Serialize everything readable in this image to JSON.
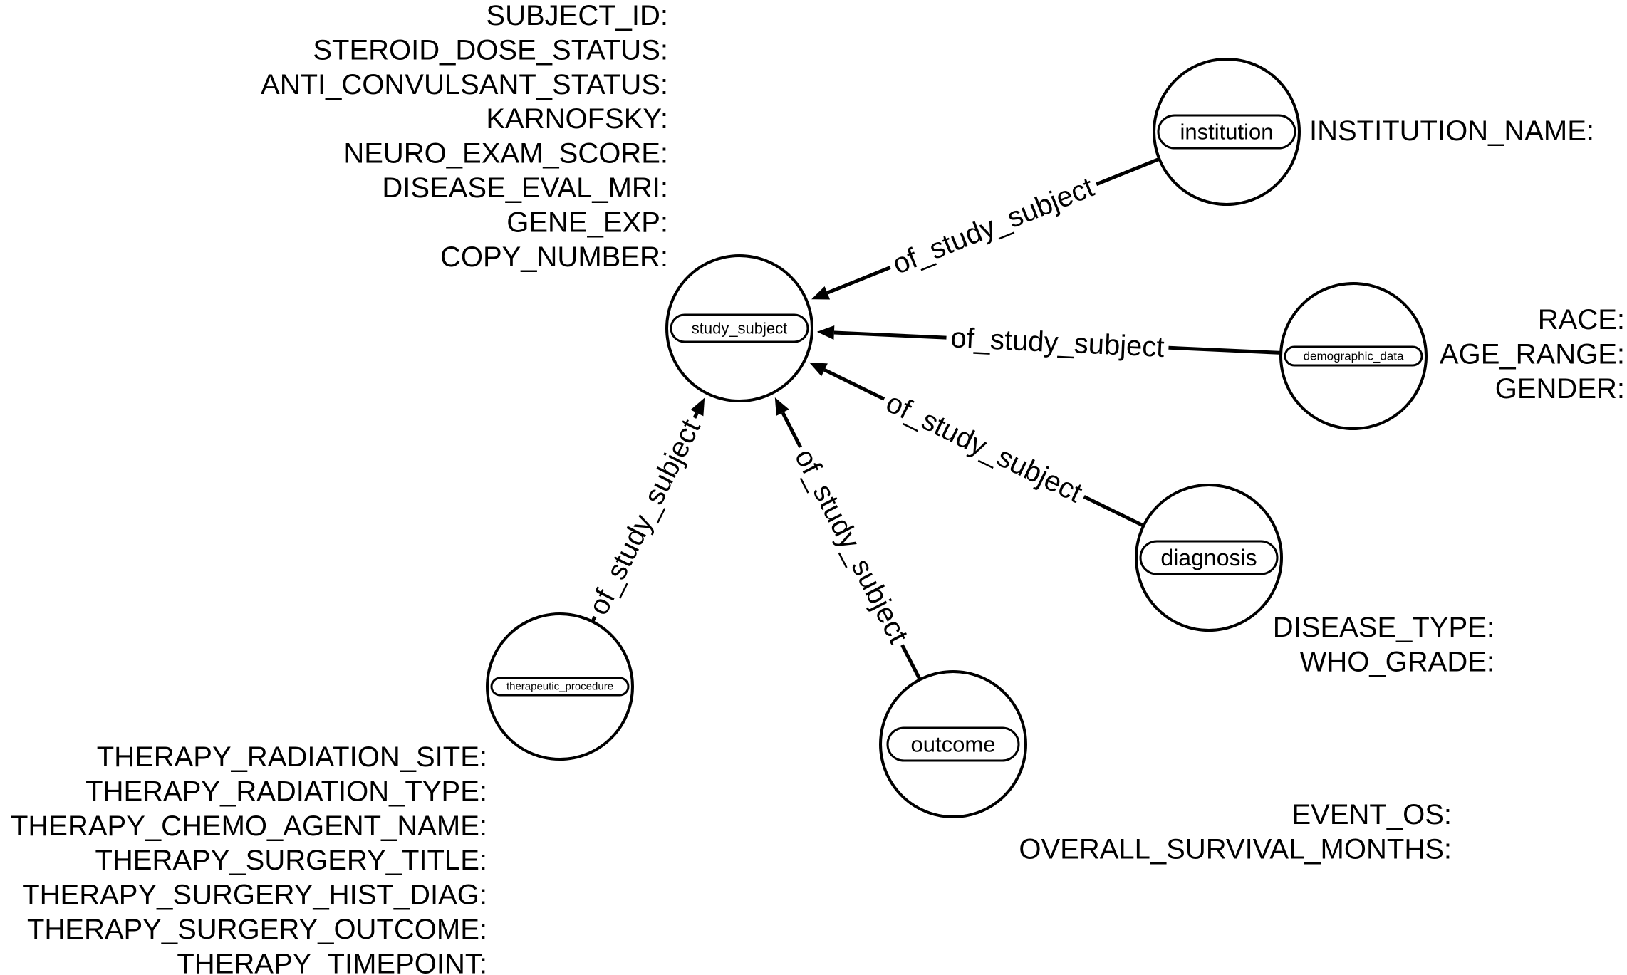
{
  "nodes": {
    "study_subject": {
      "label": "study_subject",
      "properties": [
        "SUBJECT_ID:",
        "STEROID_DOSE_STATUS:",
        "ANTI_CONVULSANT_STATUS:",
        "KARNOFSKY:",
        "NEURO_EXAM_SCORE:",
        "DISEASE_EVAL_MRI:",
        "GENE_EXP:",
        "COPY_NUMBER:"
      ]
    },
    "institution": {
      "label": "institution",
      "properties": [
        "INSTITUTION_NAME:"
      ]
    },
    "demographic_data": {
      "label": "demographic_data",
      "properties": [
        "RACE:",
        "AGE_RANGE:",
        "GENDER:"
      ]
    },
    "diagnosis": {
      "label": "diagnosis",
      "properties": [
        "DISEASE_TYPE:",
        "WHO_GRADE:"
      ]
    },
    "outcome": {
      "label": "outcome",
      "properties": [
        "EVENT_OS:",
        "OVERALL_SURVIVAL_MONTHS:"
      ]
    },
    "therapeutic_procedure": {
      "label": "therapeutic_procedure",
      "properties": [
        "THERAPY_RADIATION_SITE:",
        "THERAPY_RADIATION_TYPE:",
        "THERAPY_CHEMO_AGENT_NAME:",
        "THERAPY_SURGERY_TITLE:",
        "THERAPY_SURGERY_HIST_DIAG:",
        "THERAPY_SURGERY_OUTCOME:",
        "THERAPY_TIMEPOINT:"
      ]
    }
  },
  "edges": [
    {
      "from": "institution",
      "to": "study_subject",
      "label": "of_study_subject"
    },
    {
      "from": "demographic_data",
      "to": "study_subject",
      "label": "of_study_subject"
    },
    {
      "from": "diagnosis",
      "to": "study_subject",
      "label": "of_study_subject"
    },
    {
      "from": "outcome",
      "to": "study_subject",
      "label": "of_study_subject"
    },
    {
      "from": "therapeutic_procedure",
      "to": "study_subject",
      "label": "of_study_subject"
    }
  ]
}
